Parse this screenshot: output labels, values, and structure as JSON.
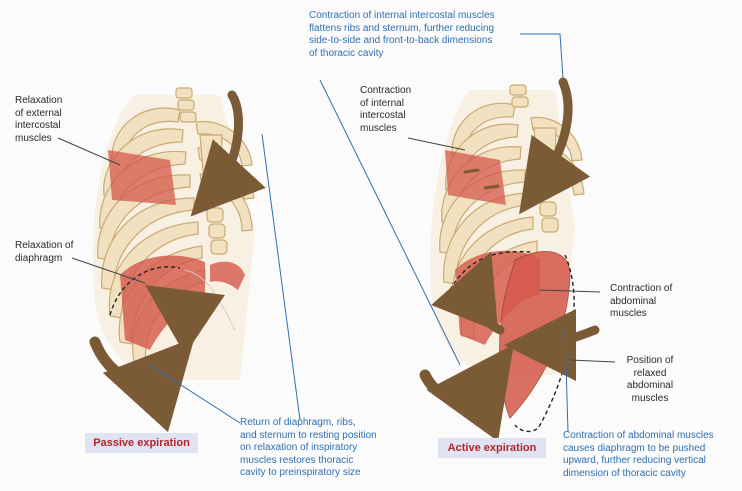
{
  "labels": {
    "relax_external": "Relaxation\nof external\nintercostal\nmuscles",
    "relax_diaphragm": "Relaxation of\ndiaphragm",
    "contraction_internal_top": "Contraction of internal intercostal muscles\nflattens ribs and sternum, further reducing\nside-to-side and front-to-back dimensions\nof thoracic cavity",
    "contraction_internal": "Contraction\nof internal\nintercostal\nmuscles",
    "contraction_abdominal": "Contraction of\nabdominal\nmuscles",
    "position_relaxed": "Position of\nrelaxed\nabdominal\nmuscles",
    "return_diaphragm": "Return of diaphragm, ribs,\nand sternum to resting position\non relaxation of inspiratory\nmuscles restores thoracic\ncavity to preinspiratory size",
    "contraction_abdominal_bottom": "Contraction of abdominal muscles\ncauses diaphragm to be pushed\nupward, further reducing vertical\ndimension of thoracic cavity"
  },
  "panels": {
    "passive": "Passive expiration",
    "active": "Active expiration"
  },
  "colors": {
    "bone": "#f2e1c0",
    "bone_edge": "#c9aa72",
    "muscle": "#d4584a",
    "arrow": "#7b5a36",
    "label_blue": "#2f6fb0",
    "pill_bg": "#dfe3f2",
    "pill_text": "#b3262b"
  }
}
